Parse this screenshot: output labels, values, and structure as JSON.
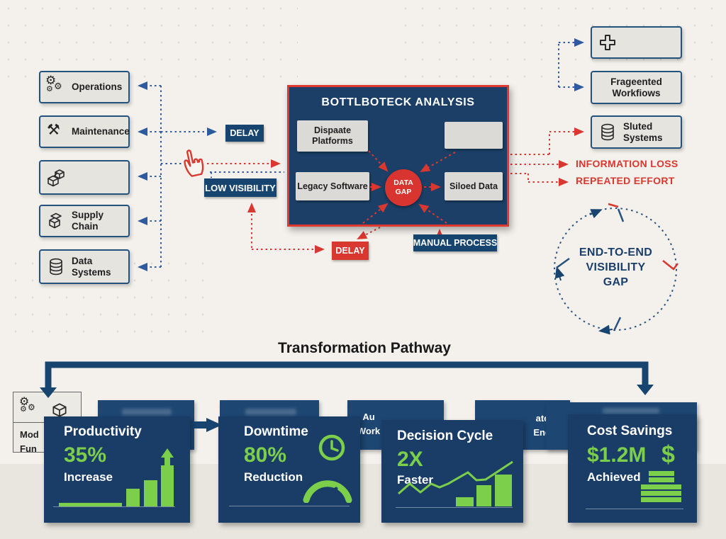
{
  "left_column": {
    "items": [
      {
        "label": "Operations"
      },
      {
        "label": "Maintenance"
      },
      {
        "label": ""
      },
      {
        "label": "Supply Chain"
      },
      {
        "label": "Data Systems"
      }
    ]
  },
  "flow_badges": {
    "delay_top": "DELAY",
    "low_visibility": "LOW VISIBILITY",
    "delay_bottom": "DELAY",
    "manual_process": "MANUAL PROCESS"
  },
  "central_box": {
    "title": "BOTTLBOTECK ANALYSIS",
    "top_left": "Dispaate Platforms",
    "top_right": "",
    "bottom_left": "Legacy Software",
    "bottom_right": "Siloed Data",
    "core_line1": "DATA",
    "core_line2": "GAP"
  },
  "right_column": {
    "items": [
      {
        "label": ""
      },
      {
        "label": "Frageented Workfiows"
      },
      {
        "label": "Sluted Systems"
      }
    ]
  },
  "loss_labels": {
    "information_loss": "INFORMATION LOSS",
    "repeated_effort": "REPEATED EFFORT"
  },
  "visibility_cycle": {
    "line1": "END-TO-END",
    "line2": "VISIBILITY",
    "line3": "GAP"
  },
  "pathway": {
    "title": "Transformation Pathway",
    "source_box": {
      "line1": "Mod",
      "line2": "Fun"
    },
    "back_fragments": {
      "card3_line1": "Au",
      "card3_line2": "Work",
      "card4_line1": "ated",
      "card4_line2": "Engir"
    },
    "cards": [
      {
        "title": "Productivity",
        "value": "35%",
        "sub": "Increase"
      },
      {
        "title": "Downtime",
        "value": "80%",
        "sub": "Reduction"
      },
      {
        "title": "Decision Cycle",
        "value": "2X",
        "sub": "Faster"
      },
      {
        "title": "Cost Savings",
        "value": "$1.2M",
        "sub": "Achieved"
      }
    ]
  },
  "colors": {
    "navy": "#17456f",
    "red": "#d8382f",
    "green": "#7ccf4a",
    "card_navy": "#1a3d68",
    "node_gray": "#e6e4df",
    "background": "#f4f1ec"
  }
}
